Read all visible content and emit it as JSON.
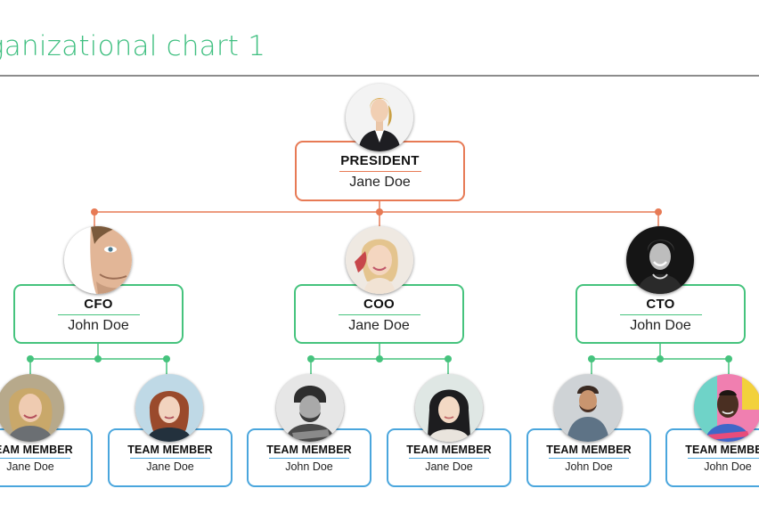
{
  "title": "ganizational chart 1",
  "president": {
    "role": "PRESIDENT",
    "name": "Jane Doe"
  },
  "cfo": {
    "role": "CFO",
    "name": "John Doe"
  },
  "coo": {
    "role": "COO",
    "name": "Jane Doe"
  },
  "cto": {
    "role": "CTO",
    "name": "John Doe"
  },
  "team": [
    {
      "role": "TEAM MEMBER",
      "name": "Jane Doe"
    },
    {
      "role": "TEAM MEMBER",
      "name": "Jane Doe"
    },
    {
      "role": "TEAM MEMBER",
      "name": "John Doe"
    },
    {
      "role": "TEAM MEMBER",
      "name": "Jane Doe"
    },
    {
      "role": "TEAM MEMBER",
      "name": "John Doe"
    },
    {
      "role": "TEAM MEMBER",
      "name": "John Doe"
    }
  ],
  "colors": {
    "title": "#3fbf80",
    "executive": "#e77a55",
    "manager": "#45c37d",
    "team": "#4aa6dd"
  }
}
